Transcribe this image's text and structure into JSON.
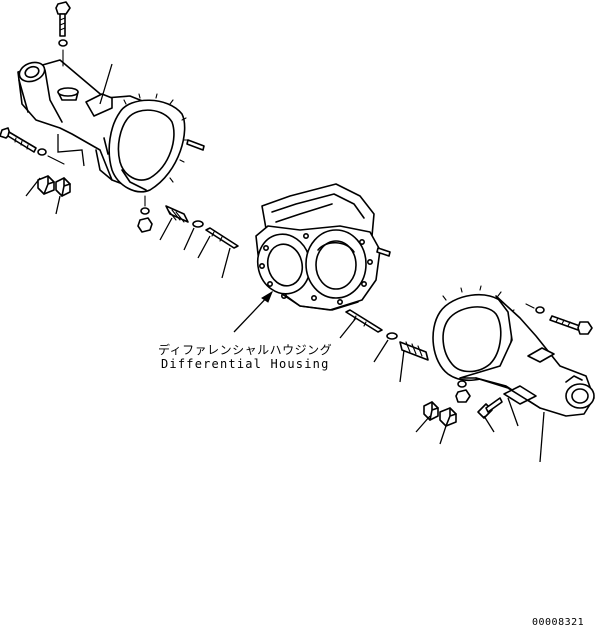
{
  "callout": {
    "name_jp": "ディファレンシャルハウジング",
    "name_en": "Differential Housing"
  },
  "drawing_code": "00008321"
}
